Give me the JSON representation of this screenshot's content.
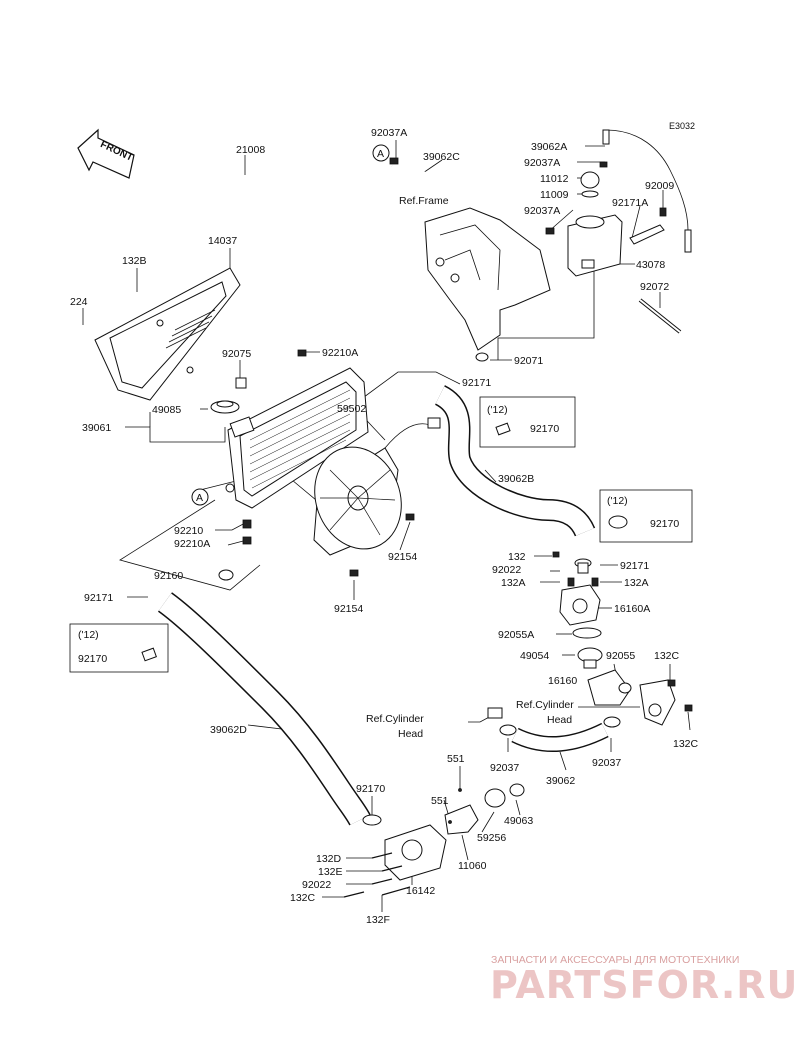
{
  "diagram_code": "E3032",
  "direction_marker": "FRONT",
  "circle_ref": "A",
  "parts": [
    {
      "id": "p01",
      "text": "92037A"
    },
    {
      "id": "p02",
      "text": "39062C"
    },
    {
      "id": "p03",
      "text": "39062A"
    },
    {
      "id": "p04",
      "text": "92037A"
    },
    {
      "id": "p05",
      "text": "11012"
    },
    {
      "id": "p06",
      "text": "11009"
    },
    {
      "id": "p07",
      "text": "92037A"
    },
    {
      "id": "p08",
      "text": "92009"
    },
    {
      "id": "p09",
      "text": "92171A"
    },
    {
      "id": "p10",
      "text": "43078"
    },
    {
      "id": "p11",
      "text": "92072"
    },
    {
      "id": "p12",
      "text": "92071"
    },
    {
      "id": "p13",
      "text": "21008"
    },
    {
      "id": "p14",
      "text": "14037"
    },
    {
      "id": "p15",
      "text": "132B"
    },
    {
      "id": "p16",
      "text": "224"
    },
    {
      "id": "p17",
      "text": "92075"
    },
    {
      "id": "p18",
      "text": "92210A"
    },
    {
      "id": "p19",
      "text": "92171"
    },
    {
      "id": "p20",
      "text": "49085"
    },
    {
      "id": "p21",
      "text": "39061"
    },
    {
      "id": "p22",
      "text": "59502"
    },
    {
      "id": "p23",
      "text": "('12)"
    },
    {
      "id": "p24",
      "text": "92170"
    },
    {
      "id": "p25",
      "text": "39062B"
    },
    {
      "id": "p26",
      "text": "('12)"
    },
    {
      "id": "p27",
      "text": "92170"
    },
    {
      "id": "p28",
      "text": "92210"
    },
    {
      "id": "p29",
      "text": "92210A"
    },
    {
      "id": "p30",
      "text": "92154"
    },
    {
      "id": "p31",
      "text": "132"
    },
    {
      "id": "p32",
      "text": "92022"
    },
    {
      "id": "p33",
      "text": "132A"
    },
    {
      "id": "p34",
      "text": "92171"
    },
    {
      "id": "p35",
      "text": "132A"
    },
    {
      "id": "p36",
      "text": "92160"
    },
    {
      "id": "p37",
      "text": "92171"
    },
    {
      "id": "p38",
      "text": "92154"
    },
    {
      "id": "p39",
      "text": "16160A"
    },
    {
      "id": "p40",
      "text": "('12)"
    },
    {
      "id": "p41",
      "text": "92170"
    },
    {
      "id": "p42",
      "text": "92055A"
    },
    {
      "id": "p43",
      "text": "49054"
    },
    {
      "id": "p44",
      "text": "92055"
    },
    {
      "id": "p45",
      "text": "132C"
    },
    {
      "id": "p46",
      "text": "16160"
    },
    {
      "id": "p47",
      "text": "132C"
    },
    {
      "id": "p48",
      "text": "39062D"
    },
    {
      "id": "p49",
      "text": "92037"
    },
    {
      "id": "p50",
      "text": "39062"
    },
    {
      "id": "p51",
      "text": "92037"
    },
    {
      "id": "p52",
      "text": "551"
    },
    {
      "id": "p53",
      "text": "92170"
    },
    {
      "id": "p54",
      "text": "551"
    },
    {
      "id": "p55",
      "text": "49063"
    },
    {
      "id": "p56",
      "text": "59256"
    },
    {
      "id": "p57",
      "text": "11060"
    },
    {
      "id": "p58",
      "text": "132D"
    },
    {
      "id": "p59",
      "text": "132E"
    },
    {
      "id": "p60",
      "text": "92022"
    },
    {
      "id": "p61",
      "text": "132C"
    },
    {
      "id": "p62",
      "text": "16142"
    },
    {
      "id": "p63",
      "text": "132F"
    }
  ],
  "references": {
    "frame": "Ref.Frame",
    "cyl_left_1": "Ref.Cylinder",
    "cyl_left_2": "Head",
    "cyl_right_1": "Ref.Cylinder",
    "cyl_right_2": "Head"
  },
  "watermark": {
    "subtitle": "ЗАПЧАСТИ И АКСЕССУАРЫ ДЛЯ МОТОТЕХНИКИ",
    "brand": "PARTSFOR.RU"
  },
  "colors": {
    "ink": "#111111",
    "watermark": "#e8bcbc"
  }
}
